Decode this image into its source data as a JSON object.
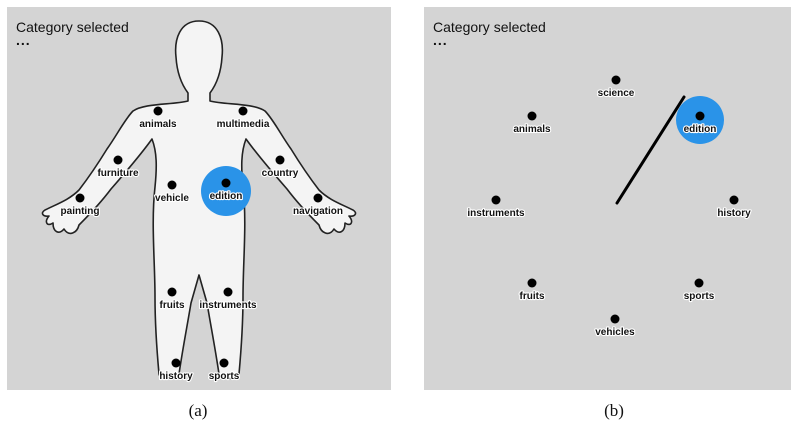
{
  "colors": {
    "panel_bg": "#d4d4d4",
    "body_fill": "#f4f4f4",
    "highlight": "#2a93e8",
    "dot": "#000000"
  },
  "panel_a": {
    "header": "Category selected",
    "status": "...",
    "caption": "(a)",
    "selected": "edition",
    "points": [
      {
        "label": "animals"
      },
      {
        "label": "multimedia"
      },
      {
        "label": "furniture"
      },
      {
        "label": "country"
      },
      {
        "label": "painting"
      },
      {
        "label": "navigation"
      },
      {
        "label": "vehicle"
      },
      {
        "label": "edition"
      },
      {
        "label": "fruits"
      },
      {
        "label": "instruments"
      },
      {
        "label": "history"
      },
      {
        "label": "sports"
      }
    ]
  },
  "panel_b": {
    "header": "Category selected",
    "status": "...",
    "caption": "(b)",
    "selected": "edition",
    "points": [
      {
        "label": "science"
      },
      {
        "label": "animals"
      },
      {
        "label": "edition"
      },
      {
        "label": "instruments"
      },
      {
        "label": "history"
      },
      {
        "label": "fruits"
      },
      {
        "label": "sports"
      },
      {
        "label": "vehicles"
      }
    ]
  }
}
